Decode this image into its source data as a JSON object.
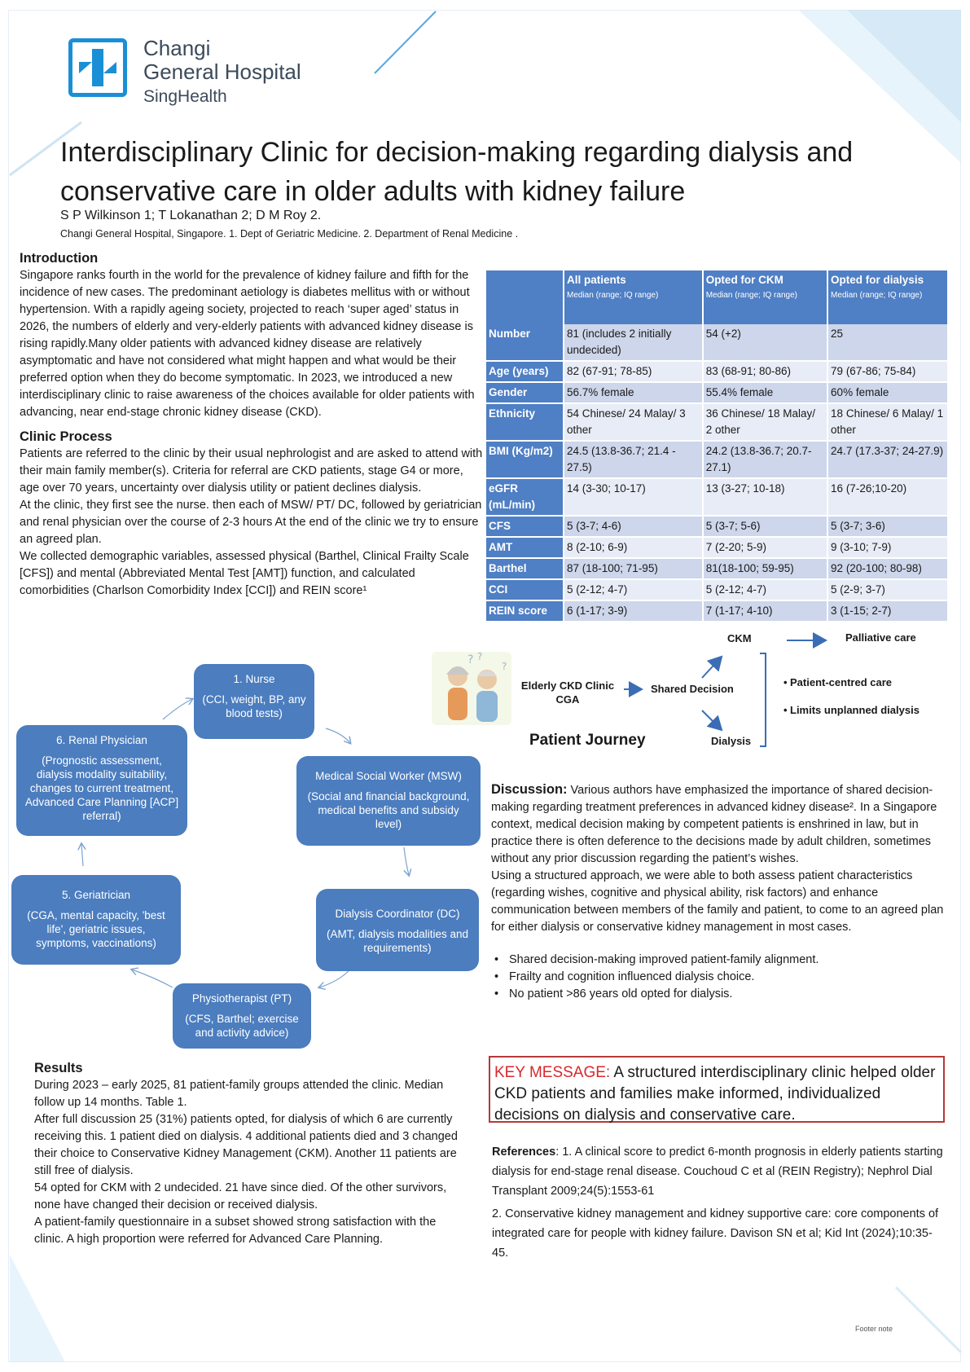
{
  "header": {
    "logo_name_line1": "Changi",
    "logo_name_line2": "General Hospital",
    "logo_sub": "SingHealth",
    "title": "Interdisciplinary Clinic for decision-making regarding dialysis and conservative care in older adults with kidney failure",
    "authors": "S P Wilkinson 1; T Lokanathan 2; D M Roy 2.",
    "affiliation": "Changi General Hospital, Singapore. 1. Dept of Geriatric Medicine. 2. Department of Renal Medicine ."
  },
  "intro": {
    "heading": "Introduction",
    "text": "Singapore ranks fourth in the world for the prevalence of kidney failure and fifth for the incidence of new cases. The predominant aetiology is diabetes mellitus with or without hypertension. With a rapidly ageing society, projected to reach ‘super aged’ status in 2026, the numbers of elderly and very-elderly patients with advanced kidney disease is rising rapidly.Many older patients with advanced kidney disease are relatively asymptomatic and have not considered what might happen and what would be their preferred option when they do become symptomatic. In 2023, we introduced a new interdisciplinary clinic to raise awareness of the choices available for older patients with advancing, near end-stage chronic kidney disease (CKD)."
  },
  "process": {
    "heading": "Clinic Process",
    "p1": "Patients are referred to the clinic by their usual nephrologist and are asked to attend with their main family member(s). Criteria for referral are CKD patients, stage G4 or more, age over 70 years, uncertainty over dialysis utility or patient declines dialysis.",
    "p2": "At the clinic, they first see the nurse. then each of MSW/ PT/ DC, followed by geriatrician and renal physician over the course of 2-3 hours At the end of the clinic we try to ensure an agreed plan.",
    "p3": "We collected demographic variables, assessed physical (Barthel, Clinical Frailty Scale [CFS]) and mental (Abbreviated Mental Test [AMT]) function, and calculated comorbidities (Charlson Comorbidity Index [CCI]) and REIN score¹"
  },
  "table": {
    "columns": [
      {
        "title": "All patients",
        "sub": "Median (range; IQ range)"
      },
      {
        "title": "Opted for CKM",
        "sub": "Median (range; IQ range)"
      },
      {
        "title": "Opted for dialysis",
        "sub": "Median (range; IQ range)"
      }
    ],
    "rows": [
      {
        "label": "Number",
        "cells": [
          "81 (includes 2 initially undecided)",
          "54 (+2)",
          "25"
        ]
      },
      {
        "label": "Age (years)",
        "cells": [
          "82 (67-91; 78-85)",
          "83 (68-91; 80-86)",
          "79 (67-86; 75-84)"
        ]
      },
      {
        "label": "Gender",
        "cells": [
          "56.7% female",
          "55.4% female",
          "60% female"
        ]
      },
      {
        "label": "Ethnicity",
        "cells": [
          "54 Chinese/ 24 Malay/ 3 other",
          "36 Chinese/ 18 Malay/ 2 other",
          "18 Chinese/ 6 Malay/ 1 other"
        ]
      },
      {
        "label": "BMI (Kg/m2)",
        "cells": [
          "24.5 (13.8-36.7; 21.4 - 27.5)",
          "24.2 (13.8-36.7; 20.7-27.1)",
          "24.7 (17.3-37; 24-27.9)"
        ]
      },
      {
        "label": "eGFR (mL/min)",
        "cells": [
          "14 (3-30; 10-17)",
          "13 (3-27; 10-18)",
          "16 (7-26;10-20)"
        ]
      },
      {
        "label": "CFS",
        "cells": [
          "5 (3-7; 4-6)",
          "5 (3-7; 5-6)",
          "5 (3-7; 3-6)"
        ]
      },
      {
        "label": "AMT",
        "cells": [
          "8 (2-10; 6-9)",
          "7 (2-20; 5-9)",
          "9 (3-10; 7-9)"
        ]
      },
      {
        "label": "Barthel",
        "cells": [
          "87 (18-100; 71-95)",
          "81(18-100; 59-95)",
          "92 (20-100; 80-98)"
        ]
      },
      {
        "label": "CCI",
        "cells": [
          "5 (2-12; 4-7)",
          "5 (2-12; 4-7)",
          "5 (2-9; 3-7)"
        ]
      },
      {
        "label": "REIN score",
        "cells": [
          "6 (1-17; 3-9)",
          "7 (1-17; 4-10)",
          "3 (1-15; 2-7)"
        ]
      }
    ]
  },
  "diagram": {
    "nurse": {
      "title": "1. Nurse",
      "desc": "(CCI, weight, BP, any blood tests)"
    },
    "msw": {
      "title": "Medical Social Worker (MSW)",
      "desc": "(Social and financial background, medical benefits and subsidy level)"
    },
    "dc": {
      "title": "Dialysis Coordinator (DC)",
      "desc": "(AMT, dialysis modalities and requirements)"
    },
    "pt": {
      "title": "Physiotherapist (PT)",
      "desc": "(CFS, Barthel; exercise and activity advice)"
    },
    "geri": {
      "title": "5. Geriatrician",
      "desc": "(CGA, mental capacity, 'best life', geriatric issues, symptoms, vaccinations)"
    },
    "renal": {
      "title": "6. Renal Physician",
      "desc": "(Prognostic assessment, dialysis modality suitability, changes to current treatment, Advanced Care Planning [ACP] referral)"
    }
  },
  "journey": {
    "clinic_line1": "Elderly CKD Clinic",
    "clinic_line2": "CGA",
    "shared": "Shared Decision",
    "ckm": "CKM",
    "dialysis": "Dialysis",
    "palliative": "Palliative care",
    "outcome1": "Patient-centred care",
    "outcome2": "Limits unplanned dialysis",
    "title": "Patient Journey"
  },
  "discussion": {
    "heading": "Discussion:",
    "p1": " Various authors have emphasized the importance of shared decision-making regarding treatment preferences in advanced kidney disease². In a Singapore context, medical decision making by competent patients is enshrined in law, but in practice there is often deference to the decisions made by adult children, sometimes without any prior discussion regarding the patient’s wishes.",
    "p2": "Using a structured approach, we were able to both assess patient characteristics (regarding wishes, cognitive and physical ability, risk factors) and enhance communication between members of the family and patient, to come to an agreed plan for either dialysis or conservative kidney management in most cases.",
    "bullets": [
      "Shared decision-making improved patient-family alignment.",
      "Frailty and cognition influenced dialysis choice.",
      "No patient >86 years old opted for dialysis."
    ]
  },
  "key_message": {
    "label": "KEY MESSAGE:",
    "text": " A structured interdisciplinary clinic helped older CKD patients and families make informed, individualized decisions on dialysis and conservative care."
  },
  "references": {
    "label": "References",
    "ref1": ": 1. A clinical score to predict 6-month prognosis in elderly patients starting dialysis for end-stage renal disease. Couchoud C et al (REIN Registry); Nephrol Dial Transplant 2009;24(5):1553-61",
    "ref2": " 2. Conservative kidney management and kidney supportive care: core components of integrated care for people with kidney failure. Davison SN et al; Kid Int (2024);10:35-45."
  },
  "results": {
    "heading": "Results",
    "p1": "During 2023 – early 2025, 81 patient-family groups attended the clinic. Median follow up 14 months. Table 1.",
    "p2": "After full discussion 25 (31%) patients opted, for dialysis of which 6 are currently receiving this. 1 patient died on dialysis. 4 additional patients died and 3 changed their choice to Conservative Kidney Management (CKM). Another 11 patients are still free of dialysis.",
    "p3": "54 opted for CKM with 2 undecided. 21 have since died. Of the other survivors, none have changed their decision or received dialysis.",
    "p4": "A patient-family questionnaire in a subset showed strong satisfaction with the clinic. A high proportion were referred for Advanced Care Planning."
  },
  "footer": {
    "note": "Footer note"
  },
  "colors": {
    "brand": "#1a8fd6",
    "table_header": "#4f7fc4",
    "node": "#4b7dbf",
    "key_border": "#b43a3a",
    "key_label": "#d8282d"
  }
}
